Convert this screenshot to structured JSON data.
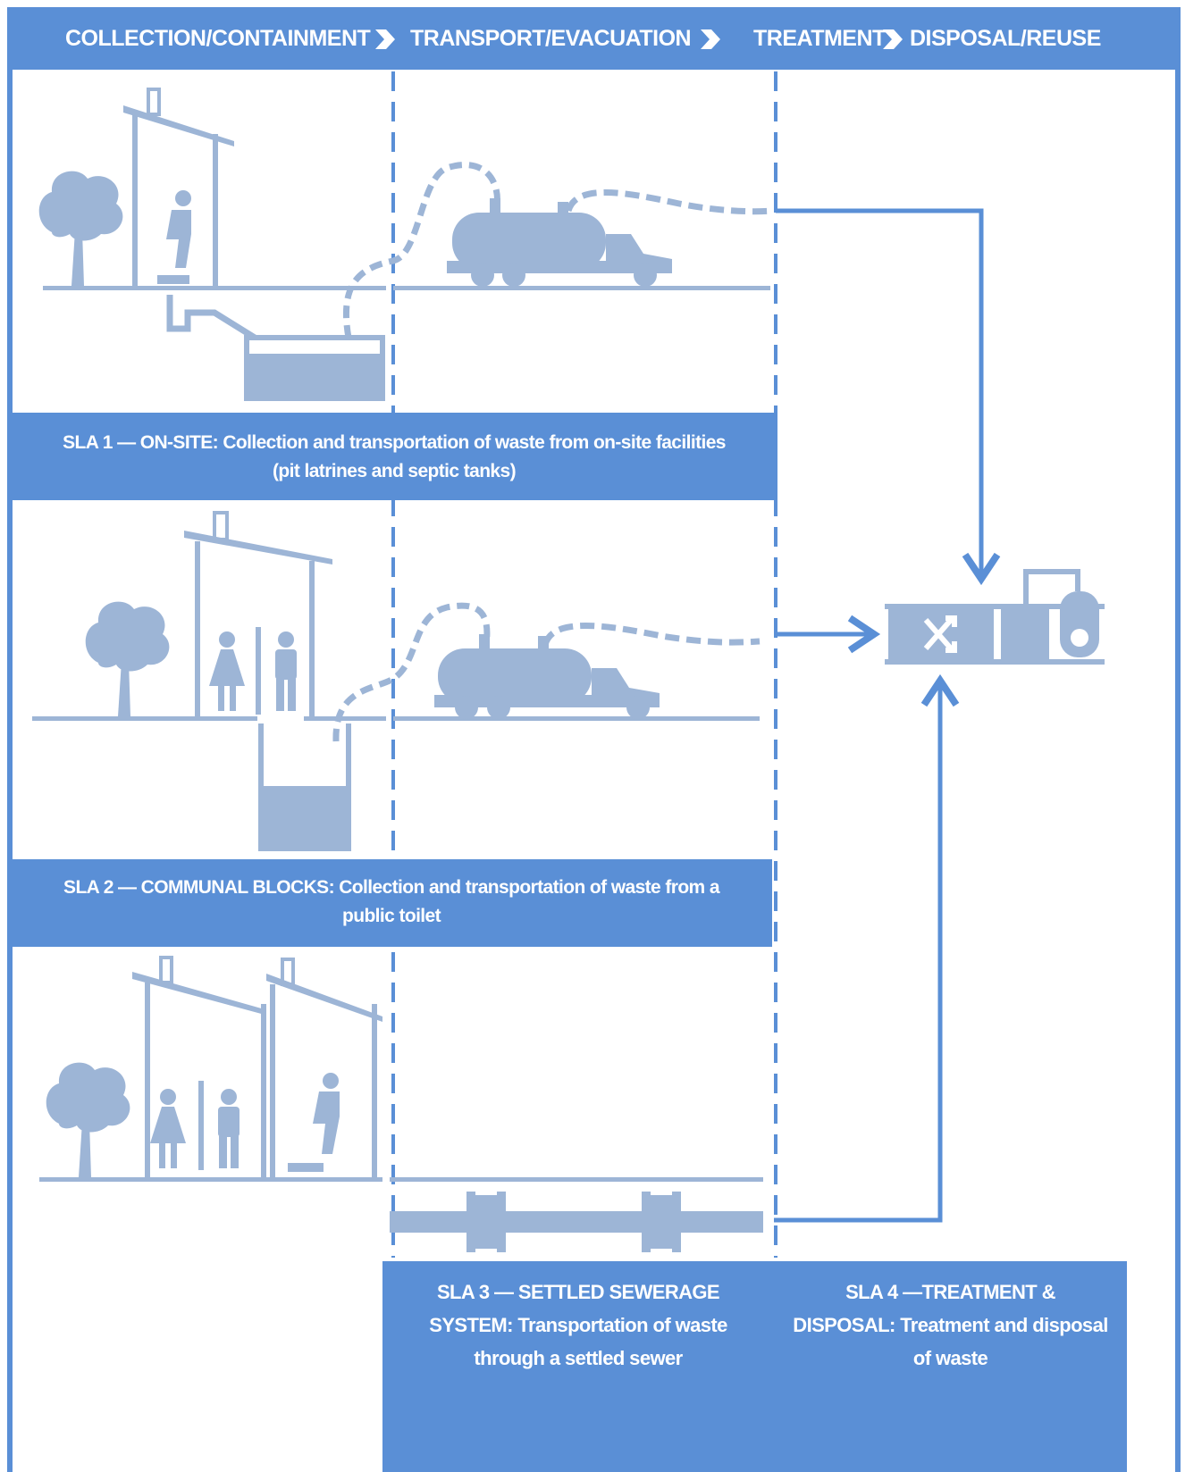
{
  "header": {
    "stages": [
      "COLLECTION/CONTAINMENT",
      "TRANSPORT/EVACUATION",
      "TREATMENT",
      "DISPOSAL/REUSE"
    ]
  },
  "sla": [
    {
      "title": "SLA 1 — ON-SITE:",
      "body_line1": "Collection and transportation of waste from on-site facilities",
      "body_line2": "(pit latrines and septic tanks)"
    },
    {
      "title": "SLA 2 — COMMUNAL BLOCKS:",
      "body_line1": "Collection and transportation of waste from a",
      "body_line2": "public toilet"
    },
    {
      "title_line1": "SLA 3 — SETTLED SEWERAGE",
      "title_line2": "SYSTEM:",
      "body_line2": "Transportation of  waste",
      "body_line3": "through a settled sewer"
    },
    {
      "title_line1": "SLA 4 —TREATMENT &",
      "title_line2": "DISPOSAL:",
      "body_line2": "Treatment and disposal",
      "body_line3": "of waste"
    }
  ],
  "colors": {
    "accent": "#5a8fd6",
    "illustration": "#9db5d6",
    "background": "#ffffff"
  }
}
